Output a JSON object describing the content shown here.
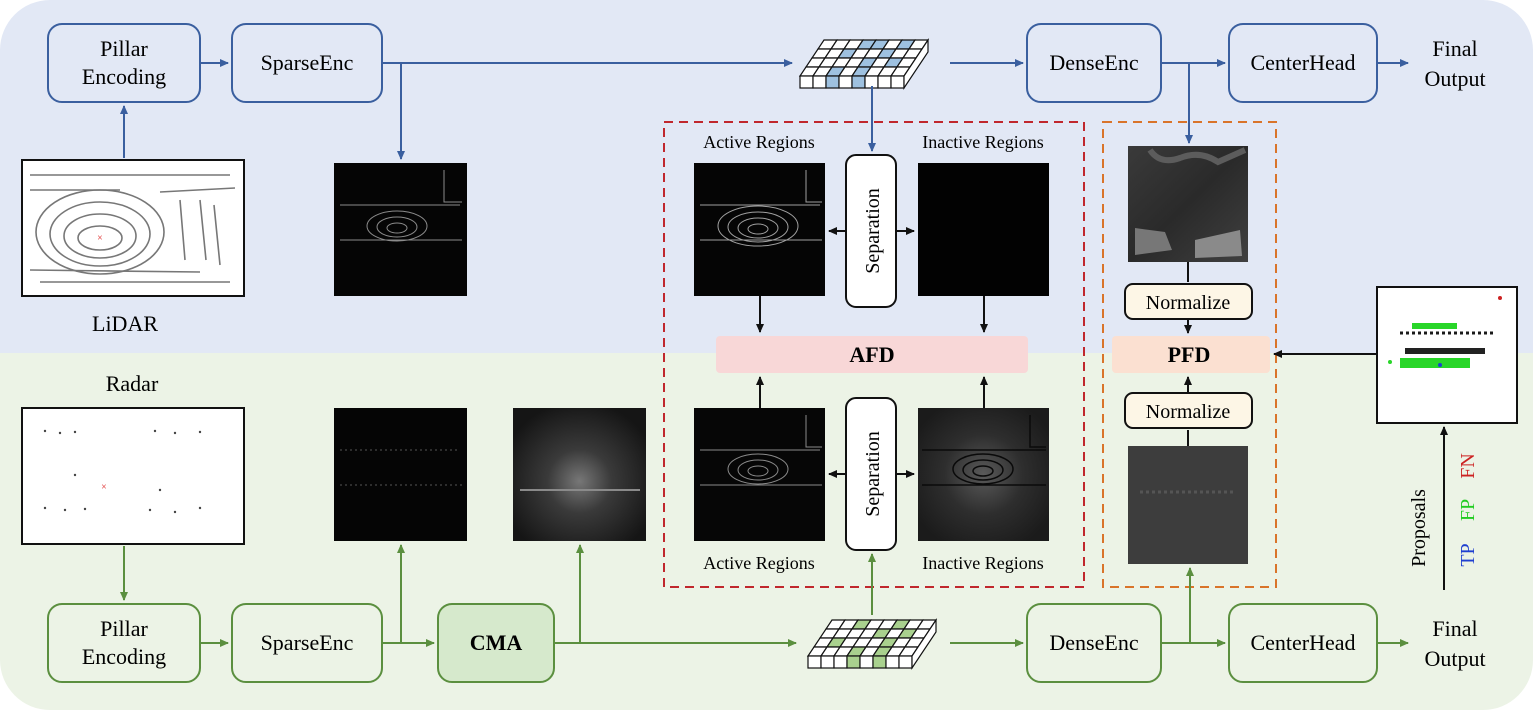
{
  "lidar_branch": {
    "pillar_encoding": [
      "Pillar",
      "Encoding"
    ],
    "sparse_enc": "SparseEnc",
    "dense_enc": "DenseEnc",
    "center_head": "CenterHead",
    "final_output": [
      "Final",
      "Output"
    ],
    "input_label": "LiDAR"
  },
  "radar_branch": {
    "input_label": "Radar",
    "pillar_encoding": [
      "Pillar",
      "Encoding"
    ],
    "sparse_enc": "SparseEnc",
    "cma": "CMA",
    "dense_enc": "DenseEnc",
    "center_head": "CenterHead",
    "final_output": [
      "Final",
      "Output"
    ]
  },
  "afd_block": {
    "active_regions_top": "Active Regions",
    "inactive_regions_top": "Inactive Regions",
    "active_regions_bottom": "Active Regions",
    "inactive_regions_bottom": "Inactive Regions",
    "separation_top": "Separation",
    "separation_bottom": "Separation",
    "afd_label": "AFD"
  },
  "pfd_block": {
    "normalize_top": "Normalize",
    "normalize_bottom": "Normalize",
    "pfd_label": "PFD"
  },
  "proposals": {
    "label": "Proposals",
    "tp": "TP",
    "fp": "FP",
    "fn": "FN"
  },
  "colors": {
    "lidar_bg": "#e2e8f5",
    "radar_bg": "#ecf3e6",
    "lidar_stroke": "#3a5f9f",
    "radar_stroke": "#5b8f3f",
    "afd_border": "#c0272d",
    "pfd_border": "#d9742a",
    "fusion_fill": "#f8d7d7",
    "tp": "#1f3fd0",
    "fp": "#22cc22",
    "fn": "#cc2222"
  }
}
